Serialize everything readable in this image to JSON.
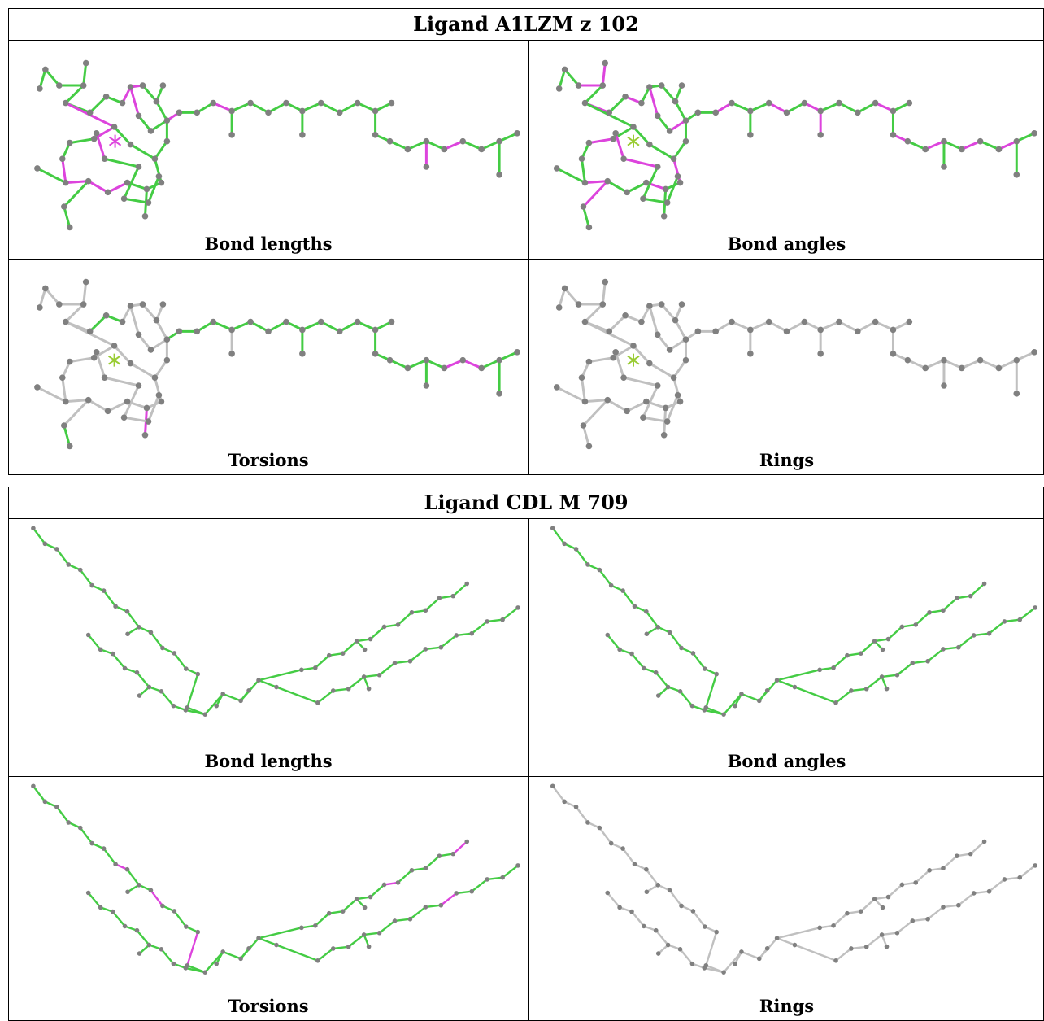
{
  "ligands": [
    {
      "title": "Ligand A1LZM z 102",
      "panels": [
        {
          "caption": "Bond lengths",
          "style": "lengths"
        },
        {
          "caption": "Bond angles",
          "style": "angles"
        },
        {
          "caption": "Torsions",
          "style": "torsions"
        },
        {
          "caption": "Rings",
          "style": "rings"
        }
      ]
    },
    {
      "title": "Ligand CDL M 709",
      "panels": [
        {
          "caption": "Bond lengths",
          "style": "lengths"
        },
        {
          "caption": "Bond angles",
          "style": "angles"
        },
        {
          "caption": "Torsions",
          "style": "torsions"
        },
        {
          "caption": "Rings",
          "style": "rings"
        }
      ]
    }
  ],
  "colors": {
    "good_bond": "#44cc44",
    "outlier_bond": "#dd44dd",
    "neutral_bond": "#c0c0c0",
    "atom": "#808080",
    "border": "#000000"
  }
}
